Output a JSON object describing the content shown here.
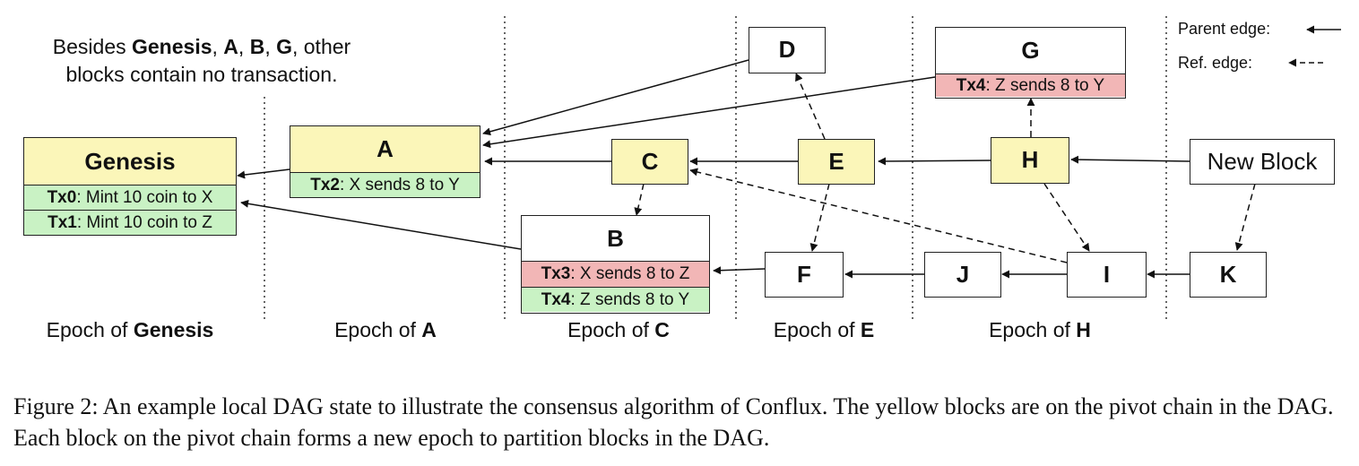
{
  "note": {
    "prefix": "Besides ",
    "b1": "Genesis",
    "s1": ", ",
    "b2": "A",
    "s2": ", ",
    "b3": "B",
    "s3": ", ",
    "b4": "G",
    "suffix1": ", other",
    "line2": "blocks contain no transaction."
  },
  "blocks": {
    "genesis": {
      "name": "Genesis",
      "tx0_id": "Tx0",
      "tx0_text": ": Mint 10 coin to X",
      "tx1_id": "Tx1",
      "tx1_text": ": Mint 10 coin to Z"
    },
    "a": {
      "name": "A",
      "tx_id": "Tx2",
      "tx_text": ": X sends 8 to Y"
    },
    "b": {
      "name": "B",
      "tx3_id": "Tx3",
      "tx3_text": ": X sends 8 to Z",
      "tx4_id": "Tx4",
      "tx4_text": ": Z sends 8 to Y"
    },
    "c": {
      "name": "C"
    },
    "d": {
      "name": "D"
    },
    "e": {
      "name": "E"
    },
    "f": {
      "name": "F"
    },
    "g": {
      "name": "G",
      "tx_id": "Tx4",
      "tx_text": ": Z sends 8 to Y"
    },
    "h": {
      "name": "H"
    },
    "i": {
      "name": "I"
    },
    "j": {
      "name": "J"
    },
    "k": {
      "name": "K"
    },
    "new_block": {
      "name": "New Block"
    }
  },
  "legend": {
    "parent_edge": "Parent edge:",
    "ref_edge": "Ref. edge:"
  },
  "epochs": [
    {
      "prefix": "Epoch of ",
      "bold": "Genesis"
    },
    {
      "prefix": "Epoch of ",
      "bold": "A"
    },
    {
      "prefix": "Epoch of ",
      "bold": "C"
    },
    {
      "prefix": "Epoch of ",
      "bold": "E"
    },
    {
      "prefix": "Epoch of ",
      "bold": "H"
    }
  ],
  "caption": "Figure 2: An example local DAG state to illustrate the consensus algorithm of Conflux. The yellow blocks are on the pivot chain in the DAG. Each block on the pivot chain forms a new epoch to partition blocks in the DAG.",
  "colors": {
    "pivot_block": "#fbf6b9",
    "tx_green": "#c9f2c4",
    "tx_red": "#f2b6b6"
  }
}
